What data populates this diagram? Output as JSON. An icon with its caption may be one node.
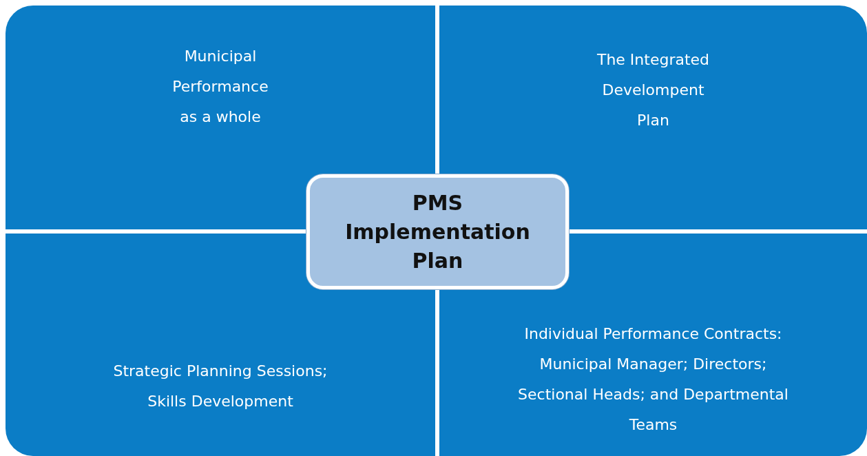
{
  "diagram": {
    "nodes": [
      {
        "text": [
          "Municipal Performance as a whole"
        ]
      },
      {
        "text": [
          "The Integrated Develompent Plan"
        ]
      },
      {
        "text": [
          "Strategic Planning Sessions; Skills Development"
        ]
      },
      {
        "text": [
          "Individual Performance Contracts: Municipal Manager; Directors; Sectional Heads; and Departmental Teams"
        ]
      },
      {
        "text": [
          "PMS Implementation Plan"
        ]
      }
    ],
    "edges": []
  }
}
